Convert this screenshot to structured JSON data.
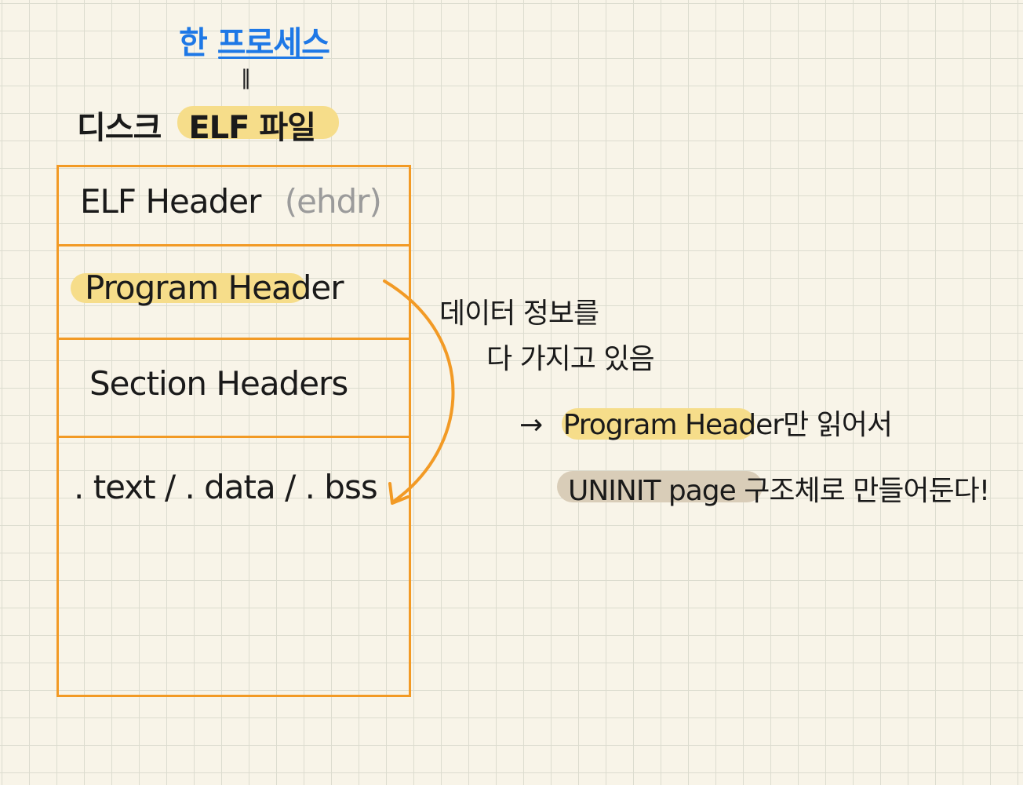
{
  "title": "한 프로세스",
  "equals_mark": "‖",
  "disk_label": {
    "prefix": "디스크",
    "highlight": "ELF 파일"
  },
  "elf_layout": {
    "rows": [
      {
        "label": "ELF Header",
        "note": "(ehdr)"
      },
      {
        "label": "Program Header"
      },
      {
        "label": "Section Headers"
      },
      {
        "label": ". text / . data / . bss"
      }
    ]
  },
  "annotation": {
    "line1": "데이터 정보를",
    "line2": "다 가지고 있음",
    "arrow": "→",
    "line3_highlight": "Program Header",
    "line3_rest": "만 읽어서",
    "line4_highlight": "UNINIT page",
    "line4_rest": "구조체로  만들어둔다!"
  },
  "colors": {
    "orange": "#f29a25",
    "yellow_highlight": "#f6dd8a",
    "tan_highlight": "#d9cdb8",
    "blue": "#1e78e6",
    "background": "#f8f4e8"
  }
}
